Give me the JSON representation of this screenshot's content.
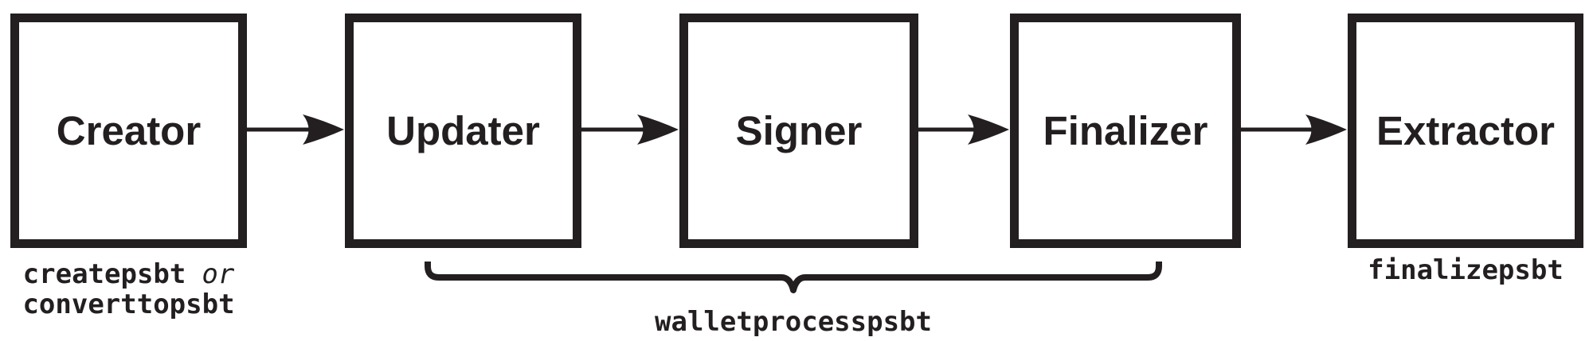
{
  "stages": [
    {
      "label": "Creator"
    },
    {
      "label": "Updater"
    },
    {
      "label": "Signer"
    },
    {
      "label": "Finalizer"
    },
    {
      "label": "Extractor"
    }
  ],
  "annotations": {
    "creator": {
      "command1": "createpsbt",
      "conjunction": "or",
      "command2": "converttopsbt"
    },
    "wallet_brace": {
      "label": "walletprocesspsbt"
    },
    "extractor": {
      "label": "finalizepsbt"
    }
  },
  "colors": {
    "ink": "#231f20",
    "background": "#ffffff"
  }
}
